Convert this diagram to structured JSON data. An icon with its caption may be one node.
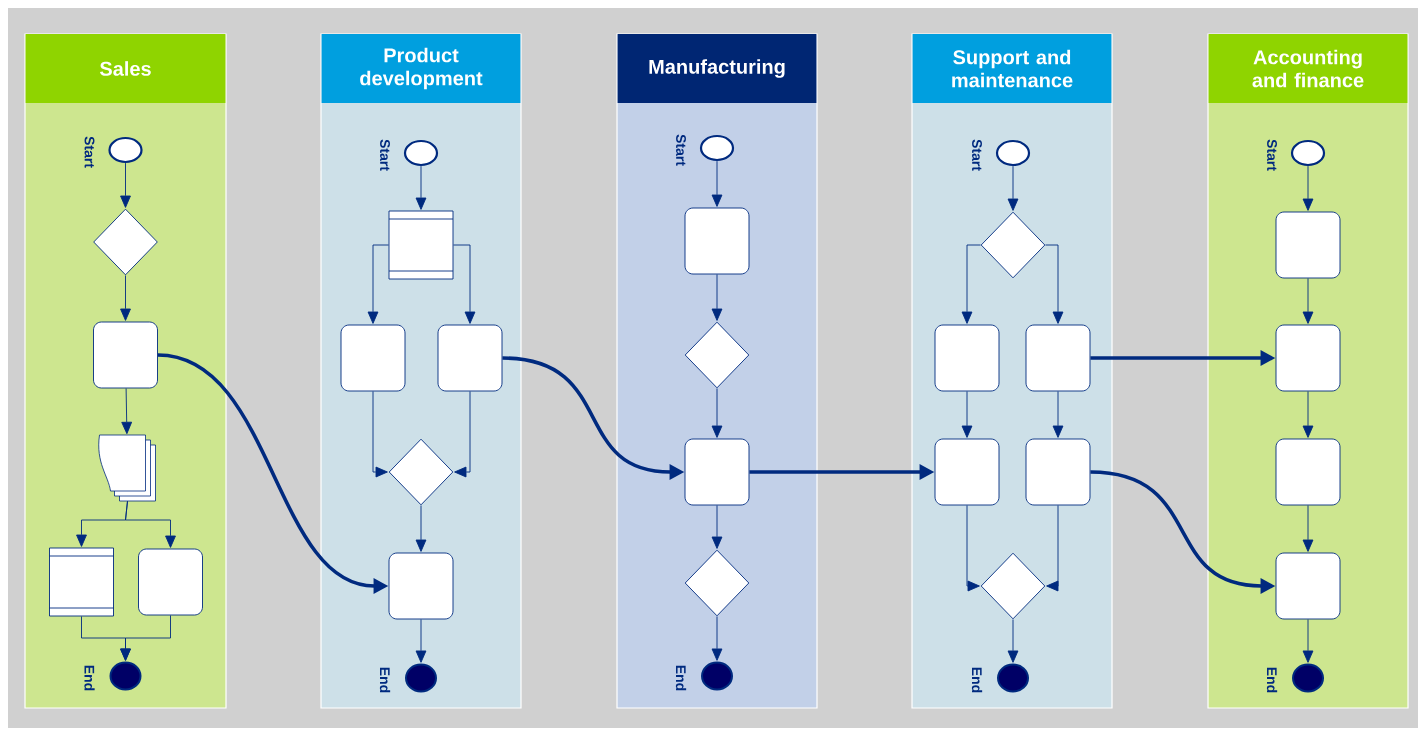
{
  "diagram": {
    "nodes": [
      {
        "text": [
          "Sales"
        ]
      },
      {
        "text": [],
        "shape": "circle",
        "in": 0,
        "beside": [
          "Start"
        ]
      },
      {
        "text": [],
        "shape": "diamond",
        "in": 0
      },
      {
        "text": [],
        "shape": "box",
        "in": 0
      },
      {
        "text": [],
        "shape": "document",
        "in": 0
      },
      {
        "text": [],
        "shape": "panel",
        "in": 0
      },
      {
        "text": [],
        "shape": "box",
        "in": 0
      },
      {
        "text": [],
        "shape": "disc",
        "in": 0,
        "beside": [
          "End"
        ]
      },
      {
        "text": [
          "Product development"
        ]
      },
      {
        "text": [],
        "shape": "circle",
        "in": 8,
        "beside": [
          "Start"
        ]
      },
      {
        "text": [],
        "shape": "panel",
        "in": 8
      },
      {
        "text": [],
        "shape": "box",
        "in": 8
      },
      {
        "text": [],
        "shape": "box",
        "in": 8
      },
      {
        "text": [],
        "shape": "diamond",
        "in": 8
      },
      {
        "text": [],
        "shape": "box",
        "in": 8
      },
      {
        "text": [],
        "shape": "disc",
        "in": 8,
        "beside": [
          "End"
        ]
      },
      {
        "text": [
          "Manufacturing"
        ]
      },
      {
        "text": [],
        "shape": "circle",
        "in": 16,
        "beside": [
          "Start"
        ]
      },
      {
        "text": [],
        "shape": "box",
        "in": 16
      },
      {
        "text": [],
        "shape": "diamond",
        "in": 16
      },
      {
        "text": [],
        "shape": "box",
        "in": 16
      },
      {
        "text": [],
        "shape": "diamond",
        "in": 16
      },
      {
        "text": [],
        "shape": "disc",
        "in": 16,
        "beside": [
          "End"
        ]
      },
      {
        "text": [
          "Support and maintenance"
        ]
      },
      {
        "text": [],
        "shape": "circle",
        "in": 23,
        "beside": [
          "Start"
        ]
      },
      {
        "text": [],
        "shape": "diamond",
        "in": 23
      },
      {
        "text": [],
        "shape": "box",
        "in": 23
      },
      {
        "text": [],
        "shape": "box",
        "in": 23
      },
      {
        "text": [],
        "shape": "box",
        "in": 23
      },
      {
        "text": [],
        "shape": "box",
        "in": 23
      },
      {
        "text": [],
        "shape": "diamond",
        "in": 23
      },
      {
        "text": [],
        "shape": "disc",
        "in": 23,
        "beside": [
          "End"
        ]
      },
      {
        "text": [
          "Accounting and finance"
        ]
      },
      {
        "text": [],
        "shape": "circle",
        "in": 32,
        "beside": [
          "Start"
        ]
      },
      {
        "text": [],
        "shape": "box",
        "in": 32
      },
      {
        "text": [],
        "shape": "box",
        "in": 32
      },
      {
        "text": [],
        "shape": "box",
        "in": 32
      },
      {
        "text": [],
        "shape": "box",
        "in": 32
      },
      {
        "text": [],
        "shape": "disc",
        "in": 32,
        "beside": [
          "End"
        ]
      }
    ],
    "edges": [
      {
        "from": 1,
        "to": 2,
        "arrow": "to"
      },
      {
        "from": 2,
        "to": 3,
        "arrow": "to"
      },
      {
        "from": 3,
        "to": 4,
        "arrow": "to"
      },
      {
        "from": 4,
        "to": 5,
        "arrow": "to"
      },
      {
        "from": 4,
        "to": 6,
        "arrow": "to"
      },
      {
        "from": 5,
        "to": 7,
        "arrow": "to"
      },
      {
        "from": 6,
        "to": 7,
        "arrow": "to"
      },
      {
        "from": 9,
        "to": 10,
        "arrow": "to"
      },
      {
        "from": 10,
        "to": 11,
        "arrow": "to"
      },
      {
        "from": 10,
        "to": 12,
        "arrow": "to"
      },
      {
        "from": 11,
        "to": 13,
        "arrow": "to"
      },
      {
        "from": 12,
        "to": 13,
        "arrow": "to"
      },
      {
        "from": 13,
        "to": 14,
        "arrow": "to"
      },
      {
        "from": 14,
        "to": 15,
        "arrow": "to"
      },
      {
        "from": 17,
        "to": 18,
        "arrow": "to"
      },
      {
        "from": 18,
        "to": 19,
        "arrow": "to"
      },
      {
        "from": 19,
        "to": 20,
        "arrow": "to"
      },
      {
        "from": 20,
        "to": 21,
        "arrow": "to"
      },
      {
        "from": 21,
        "to": 22,
        "arrow": "to"
      },
      {
        "from": 24,
        "to": 25,
        "arrow": "to"
      },
      {
        "from": 25,
        "to": 26,
        "arrow": "to"
      },
      {
        "from": 25,
        "to": 27,
        "arrow": "to"
      },
      {
        "from": 26,
        "to": 28,
        "arrow": "to"
      },
      {
        "from": 27,
        "to": 29,
        "arrow": "to"
      },
      {
        "from": 28,
        "to": 30,
        "arrow": "to"
      },
      {
        "from": 29,
        "to": 30,
        "arrow": "to"
      },
      {
        "from": 30,
        "to": 31,
        "arrow": "to"
      },
      {
        "from": 33,
        "to": 34,
        "arrow": "to"
      },
      {
        "from": 34,
        "to": 35,
        "arrow": "to"
      },
      {
        "from": 35,
        "to": 36,
        "arrow": "to"
      },
      {
        "from": 36,
        "to": 37,
        "arrow": "to"
      },
      {
        "from": 37,
        "to": 38,
        "arrow": "to"
      },
      {
        "from": 3,
        "to": 14,
        "arrow": "to",
        "style": "thick"
      },
      {
        "from": 12,
        "to": 20,
        "arrow": "to",
        "style": "thick"
      },
      {
        "from": 20,
        "to": 28,
        "arrow": "to",
        "style": "thick"
      },
      {
        "from": 27,
        "to": 35,
        "arrow": "to",
        "style": "thick"
      },
      {
        "from": 29,
        "to": 37,
        "arrow": "to",
        "style": "thick"
      }
    ]
  }
}
